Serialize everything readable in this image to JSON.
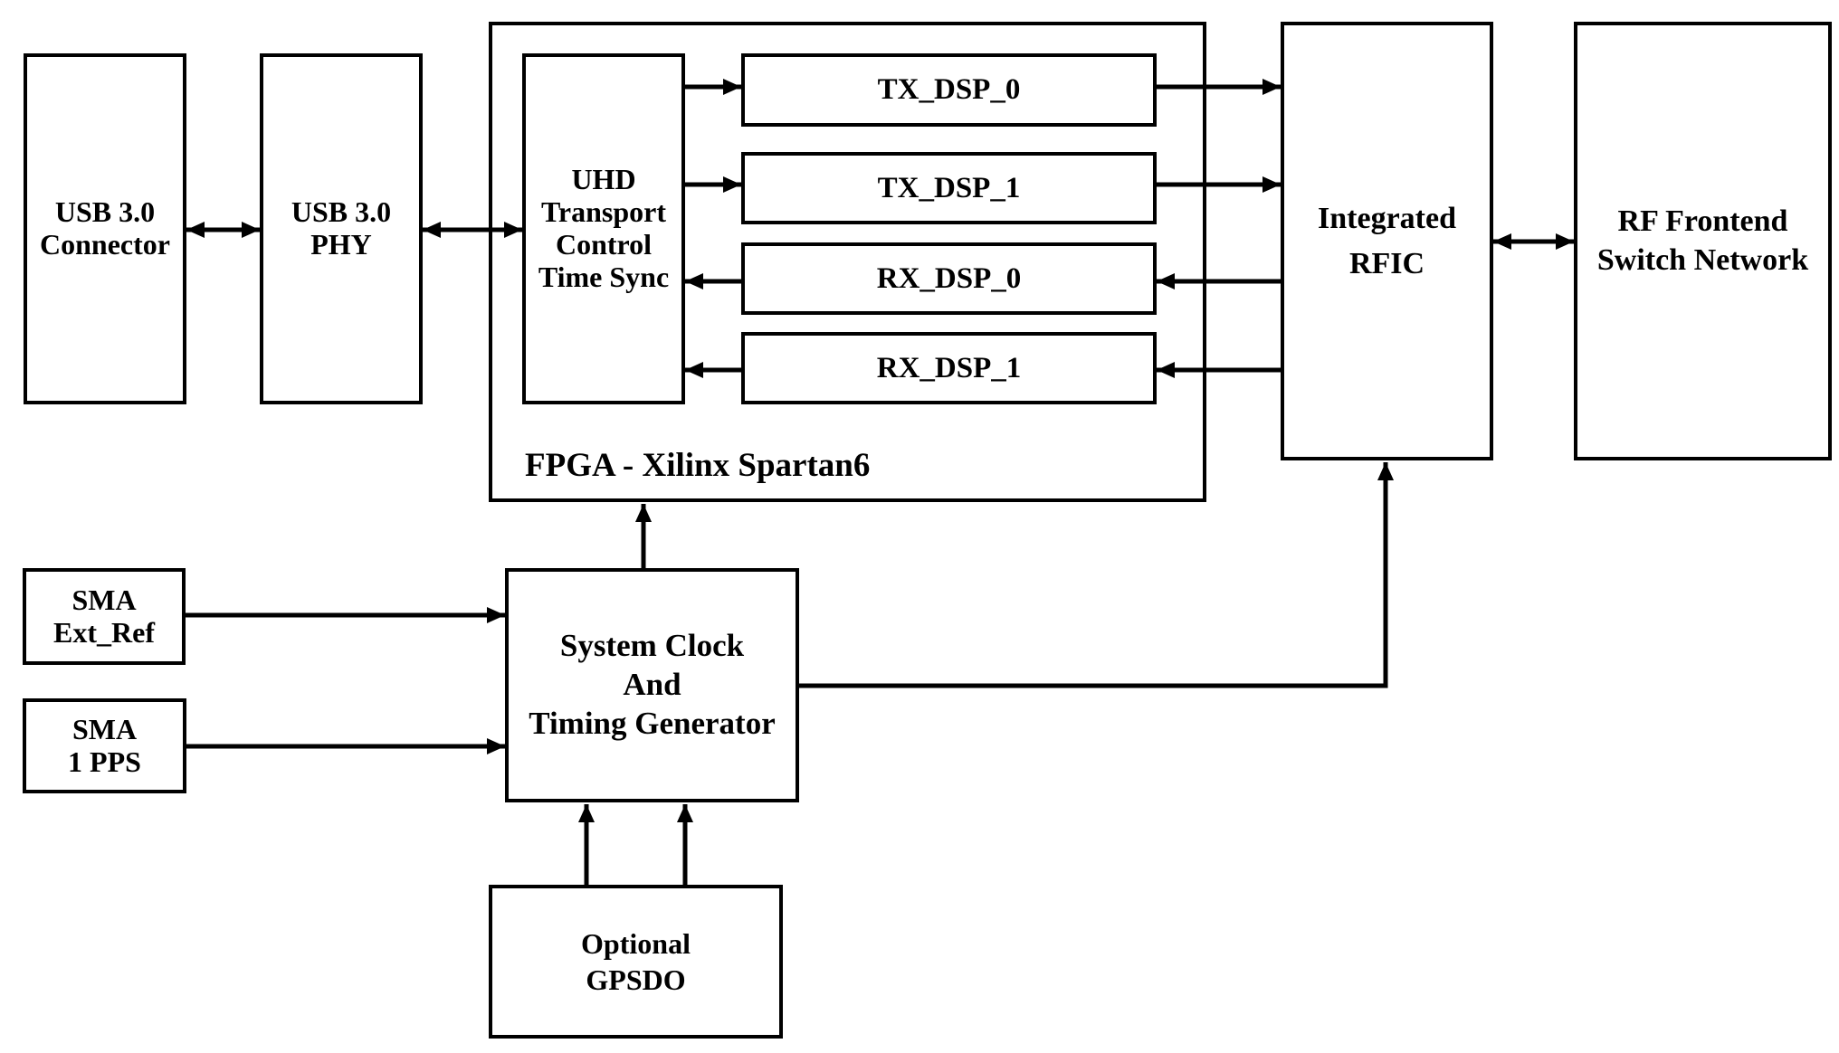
{
  "diagram": {
    "kind": "hardware-block-diagram",
    "background_color": "#ffffff",
    "line_color": "#000000",
    "box_fill_color": "#ffffff",
    "text_color": "#000000"
  },
  "nodes": {
    "usb_connector": {
      "label": "USB 3.0\nConnector"
    },
    "usb_phy": {
      "label": "USB 3.0\nPHY"
    },
    "fpga": {
      "label": "FPGA - Xilinx Spartan6"
    },
    "uhd": {
      "label": "UHD\nTransport\nControl\nTime Sync"
    },
    "tx_dsp_0": {
      "label": "TX_DSP_0"
    },
    "tx_dsp_1": {
      "label": "TX_DSP_1"
    },
    "rx_dsp_0": {
      "label": "RX_DSP_0"
    },
    "rx_dsp_1": {
      "label": "RX_DSP_1"
    },
    "rfic": {
      "label": "Integrated\nRFIC"
    },
    "rf_frontend": {
      "label": "RF Frontend\nSwitch Network"
    },
    "sma_ext_ref": {
      "label": "SMA\nExt_Ref"
    },
    "sma_1pps": {
      "label": "SMA\n1 PPS"
    },
    "system_clock": {
      "label": "System Clock\nAnd\nTiming Generator"
    },
    "gpsdo": {
      "label": "Optional\nGPSDO"
    }
  },
  "edges": [
    {
      "from": "USB 3.0 Connector",
      "to": "USB 3.0 PHY",
      "style": "bidirectional"
    },
    {
      "from": "USB 3.0 PHY",
      "to": "UHD Transport Control Time Sync",
      "style": "bidirectional"
    },
    {
      "from": "UHD Transport Control Time Sync",
      "to": "TX_DSP_0",
      "style": "arrow"
    },
    {
      "from": "UHD Transport Control Time Sync",
      "to": "TX_DSP_1",
      "style": "arrow"
    },
    {
      "from": "RX_DSP_0",
      "to": "UHD Transport Control Time Sync",
      "style": "arrow"
    },
    {
      "from": "RX_DSP_1",
      "to": "UHD Transport Control Time Sync",
      "style": "arrow"
    },
    {
      "from": "TX_DSP_0",
      "to": "Integrated RFIC",
      "style": "arrow"
    },
    {
      "from": "TX_DSP_1",
      "to": "Integrated RFIC",
      "style": "arrow"
    },
    {
      "from": "Integrated RFIC",
      "to": "RX_DSP_0",
      "style": "arrow"
    },
    {
      "from": "Integrated RFIC",
      "to": "RX_DSP_1",
      "style": "arrow"
    },
    {
      "from": "Integrated RFIC",
      "to": "RF Frontend Switch Network",
      "style": "bidirectional"
    },
    {
      "from": "SMA Ext_Ref",
      "to": "System Clock And Timing Generator",
      "style": "arrow"
    },
    {
      "from": "SMA 1 PPS",
      "to": "System Clock And Timing Generator",
      "style": "arrow"
    },
    {
      "from": "System Clock And Timing Generator",
      "to": "FPGA - Xilinx Spartan6",
      "style": "arrow"
    },
    {
      "from": "System Clock And Timing Generator",
      "to": "Integrated RFIC",
      "style": "arrow"
    },
    {
      "from": "Optional GPSDO",
      "to": "System Clock And Timing Generator",
      "style": "arrow"
    },
    {
      "from": "Optional GPSDO",
      "to": "System Clock And Timing Generator",
      "style": "arrow"
    }
  ]
}
